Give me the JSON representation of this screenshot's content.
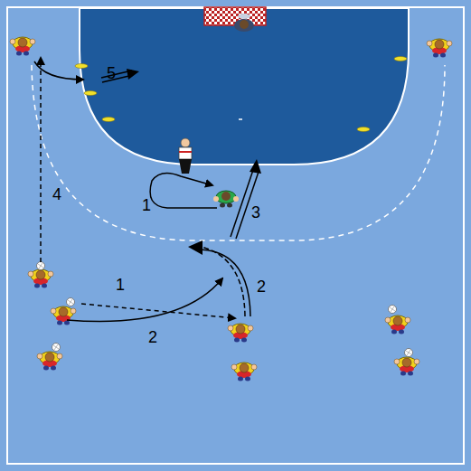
{
  "diagram": {
    "labels": [
      "5",
      "4",
      "1",
      "3",
      "1",
      "2",
      "2"
    ]
  }
}
